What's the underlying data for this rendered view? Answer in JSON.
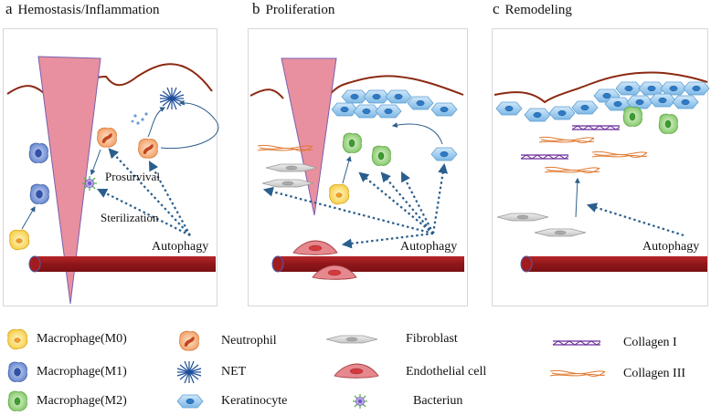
{
  "panels": [
    {
      "letter": "a",
      "title": "Hemostasis/Inflammation"
    },
    {
      "letter": "b",
      "title": "Proliferation"
    },
    {
      "letter": "c",
      "title": "Remodeling"
    }
  ],
  "annotations": {
    "prosurvival": "Prosurvival",
    "sterilization": "Sterilization",
    "autophagy": "Autophagy"
  },
  "legend": [
    {
      "icon": "macrophage-m0-icon",
      "label": "Macrophage(M0)"
    },
    {
      "icon": "macrophage-m1-icon",
      "label": "Macrophage(M1)"
    },
    {
      "icon": "macrophage-m2-icon",
      "label": "Macrophage(M2)"
    },
    {
      "icon": "neutrophil-icon",
      "label": "Neutrophil"
    },
    {
      "icon": "net-icon",
      "label": "NET"
    },
    {
      "icon": "keratinocyte-icon",
      "label": "Keratinocyte"
    },
    {
      "icon": "fibroblast-icon",
      "label": "Fibroblast"
    },
    {
      "icon": "endothelial-cell-icon",
      "label": "Endothelial cell"
    },
    {
      "icon": "bacterium-icon",
      "label": "Bacteriun"
    },
    {
      "icon": "collagen-i-icon",
      "label": "Collagen I"
    },
    {
      "icon": "collagen-iii-icon",
      "label": "Collagen III"
    }
  ],
  "colors": {
    "wound": "#e8909f",
    "skin_line": "#8b2a12",
    "vessel": "#9a1b1e",
    "arrow": "#2f5f8a",
    "keratinocyte": "#8ec3ea",
    "m0": "#f7d24c",
    "m1": "#6f8fd4",
    "m2": "#8ccf72",
    "neutrophil": "#f4a66c",
    "collagen_i": "#6a2c9a",
    "collagen_iii": "#e0782e"
  }
}
